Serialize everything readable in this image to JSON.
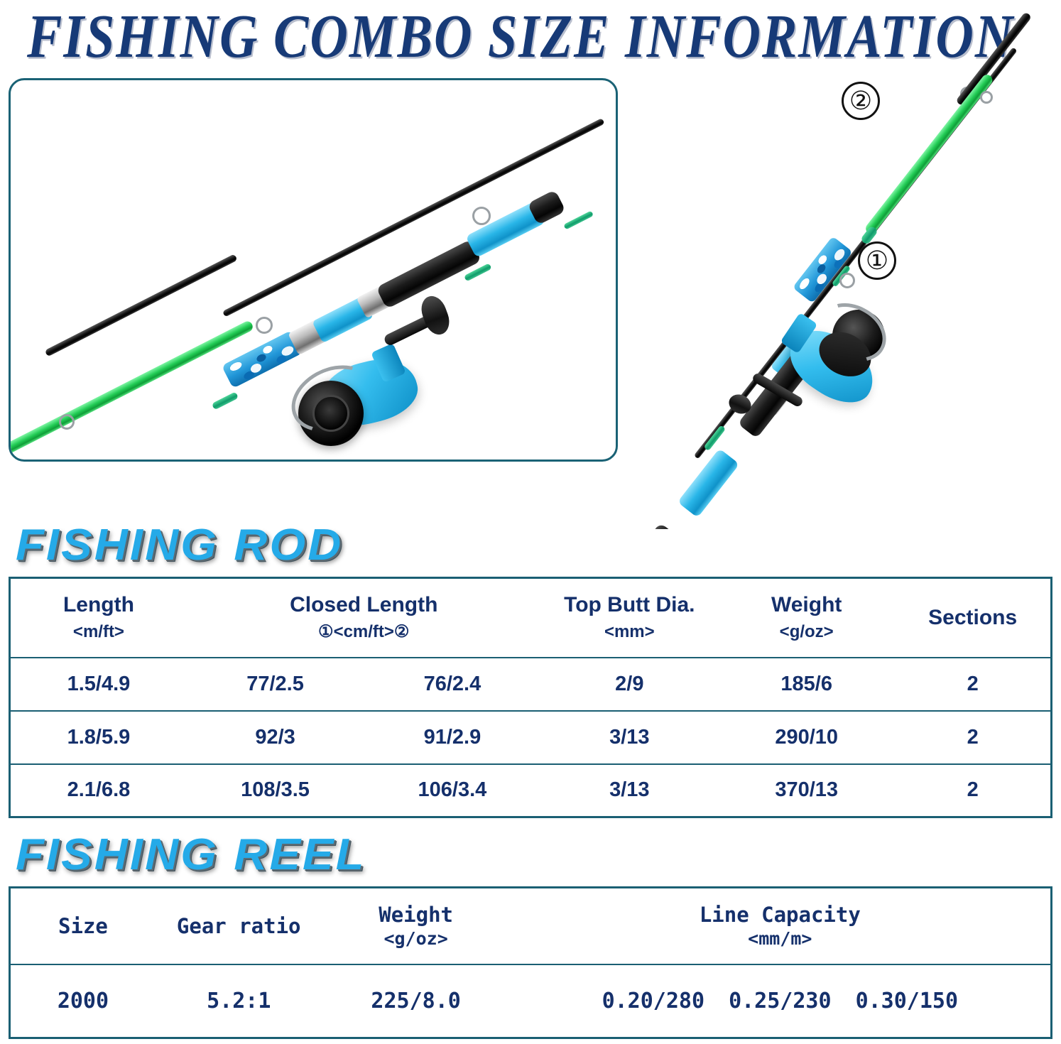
{
  "header": {
    "title": "FISHING COMBO SIZE INFORMATION",
    "title_color": "#173a77"
  },
  "photo": {
    "assembled_caption": "",
    "collapsed_callouts": [
      {
        "id": "callout-2",
        "label": "②"
      },
      {
        "id": "callout-1",
        "label": "①"
      }
    ],
    "colors": {
      "reel_body": "#29b6e8",
      "rod_tip_blank": "#151515",
      "rod_butt_blank": "#22cc55",
      "grip_blue": "#29b6e8",
      "camo_grip": "#2aa4e0",
      "box_border": "#1a6275"
    }
  },
  "rod_section": {
    "heading": "FISHING ROD",
    "heading_color": "#25aae8",
    "table": {
      "columns": [
        {
          "name": "Length",
          "unit": "<m/ft>"
        },
        {
          "name": "Closed Length",
          "unit": "①<cm/ft>②",
          "span": 2
        },
        {
          "name": "Top Butt Dia.",
          "unit": "<mm>"
        },
        {
          "name": "Weight",
          "unit": "<g/oz>"
        },
        {
          "name": "Sections",
          "unit": ""
        }
      ],
      "rows": [
        {
          "length": "1.5/4.9",
          "closed_1": "77/2.5",
          "closed_2": "76/2.4",
          "top_butt_dia": "2/9",
          "weight": "185/6",
          "sections": "2"
        },
        {
          "length": "1.8/5.9",
          "closed_1": "92/3",
          "closed_2": "91/2.9",
          "top_butt_dia": "3/13",
          "weight": "290/10",
          "sections": "2"
        },
        {
          "length": "2.1/6.8",
          "closed_1": "108/3.5",
          "closed_2": "106/3.4",
          "top_butt_dia": "3/13",
          "weight": "370/13",
          "sections": "2"
        }
      ]
    }
  },
  "reel_section": {
    "heading": "FISHING REEL",
    "heading_color": "#25aae8",
    "table": {
      "columns": [
        {
          "name": "Size",
          "unit": ""
        },
        {
          "name": "Gear ratio",
          "unit": ""
        },
        {
          "name": "Weight",
          "unit": "<g/oz>"
        },
        {
          "name": "Line Capacity",
          "unit": "<mm/m>"
        }
      ],
      "rows": [
        {
          "size": "2000",
          "gear_ratio": "5.2:1",
          "weight": "225/8.0",
          "line_capacity": [
            "0.20/280",
            "0.25/230",
            "0.30/150"
          ]
        }
      ]
    }
  }
}
